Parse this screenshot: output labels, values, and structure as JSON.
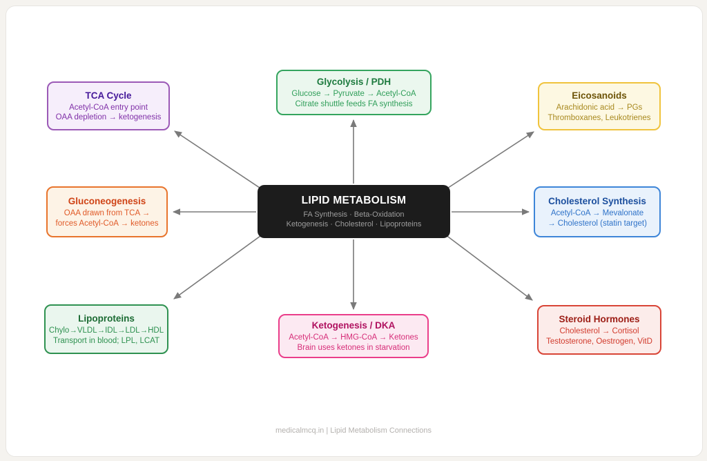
{
  "page": {
    "footer": "medicalmcq.in | Lipid Metabolism Connections",
    "background_color": "#f5f3ef",
    "panel_color": "#ffffff",
    "arrow_color": "#7a7a7a"
  },
  "nodes": {
    "center": {
      "title": "LIPID METABOLISM",
      "line1": "FA Synthesis · Beta-Oxidation",
      "line2": "Ketogenesis · Cholesterol · Lipoproteins",
      "bg": "#1c1c1c",
      "border": "#1c1c1c",
      "title_color": "#ffffff",
      "text_color": "#9d9d9d"
    },
    "tca": {
      "title": "TCA Cycle",
      "line1": "Acetyl-CoA entry point",
      "line2": "OAA depletion → ketogenesis",
      "bg": "#f6eefb",
      "border": "#9b59b6",
      "title_color": "#45189a",
      "text_color": "#8031a8"
    },
    "glycolysis": {
      "title": "Glycolysis / PDH",
      "line1": "Glucose → Pyruvate → Acetyl-CoA",
      "line2": "Citrate shuttle feeds FA synthesis",
      "bg": "#ebf7ee",
      "border": "#34a45e",
      "title_color": "#1d7a3e",
      "text_color": "#2f9e59"
    },
    "eicosanoids": {
      "title": "Eicosanoids",
      "line1": "Arachidonic acid → PGs",
      "line2": "Thromboxanes, Leukotrienes",
      "bg": "#fdf8e2",
      "border": "#f0c33c",
      "title_color": "#6d5408",
      "text_color": "#a8891f"
    },
    "gluconeogenesis": {
      "title": "Gluconeogenesis",
      "line1": "OAA drawn from TCA →",
      "line2": "forces Acetyl-CoA → ketones",
      "bg": "#fdf3e6",
      "border": "#e8742c",
      "title_color": "#cf4417",
      "text_color": "#e05a28"
    },
    "cholesterol": {
      "title": "Cholesterol Synthesis",
      "line1": "Acetyl-CoA → Mevalonate",
      "line2": "→ Cholesterol (statin target)",
      "bg": "#e9f2fc",
      "border": "#3d85d8",
      "title_color": "#1c4f9e",
      "text_color": "#2e72c8"
    },
    "lipoproteins": {
      "title": "Lipoproteins",
      "line1": "Chylo→VLDL→IDL→LDL→HDL",
      "line2": "Transport in blood; LPL, LCAT",
      "bg": "#eaf6ee",
      "border": "#2e9150",
      "title_color": "#1b6b33",
      "text_color": "#2e9150"
    },
    "ketogenesis": {
      "title": "Ketogenesis / DKA",
      "line1": "Acetyl-CoA → HMG-CoA → Ketones",
      "line2": "Brain uses ketones in starvation",
      "bg": "#fce9f2",
      "border": "#ea3d8a",
      "title_color": "#b01260",
      "text_color": "#d62d78"
    },
    "steroid": {
      "title": "Steroid Hormones",
      "line1": "Cholesterol → Cortisol",
      "line2": "Testosterone, Oestrogen, VitD",
      "bg": "#fcecea",
      "border": "#d84436",
      "title_color": "#9c1d15",
      "text_color": "#d13a2c"
    }
  },
  "edges": [
    {
      "from": "center",
      "to": "tca"
    },
    {
      "from": "center",
      "to": "glycolysis"
    },
    {
      "from": "center",
      "to": "eicosanoids"
    },
    {
      "from": "center",
      "to": "gluconeogenesis"
    },
    {
      "from": "center",
      "to": "cholesterol"
    },
    {
      "from": "center",
      "to": "lipoproteins"
    },
    {
      "from": "center",
      "to": "ketogenesis"
    },
    {
      "from": "center",
      "to": "steroid"
    }
  ]
}
